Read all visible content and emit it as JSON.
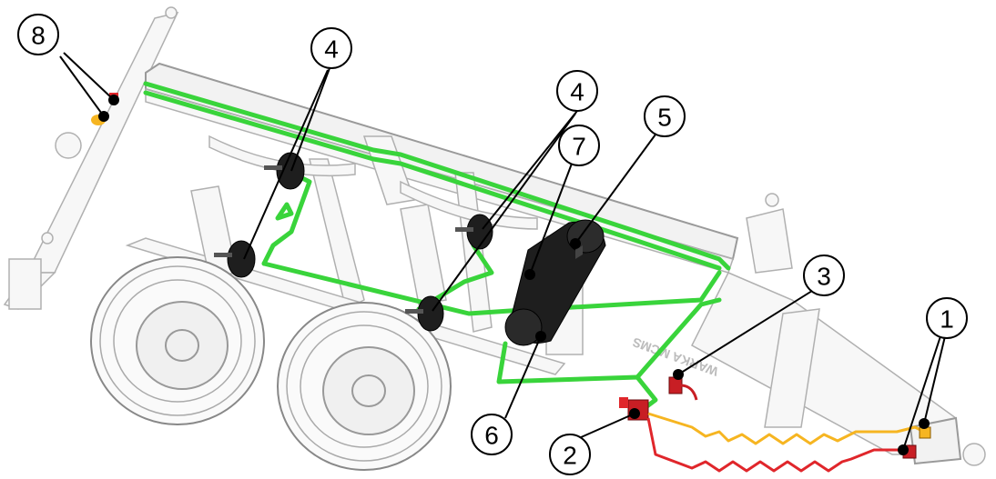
{
  "callouts": [
    {
      "id": "1",
      "label": "1"
    },
    {
      "id": "2",
      "label": "2"
    },
    {
      "id": "3",
      "label": "3"
    },
    {
      "id": "4a",
      "label": "4"
    },
    {
      "id": "4b",
      "label": "4"
    },
    {
      "id": "5",
      "label": "5"
    },
    {
      "id": "6",
      "label": "6"
    },
    {
      "id": "7",
      "label": "7"
    },
    {
      "id": "8",
      "label": "8"
    }
  ],
  "drawbar_text": "WARKA MCMS",
  "colors": {
    "air_line": "#39d43b",
    "control_line": "#f6b521",
    "supply_line": "#e0262b",
    "tank": "#1e1e1e",
    "frame": "#f2f2f2"
  }
}
